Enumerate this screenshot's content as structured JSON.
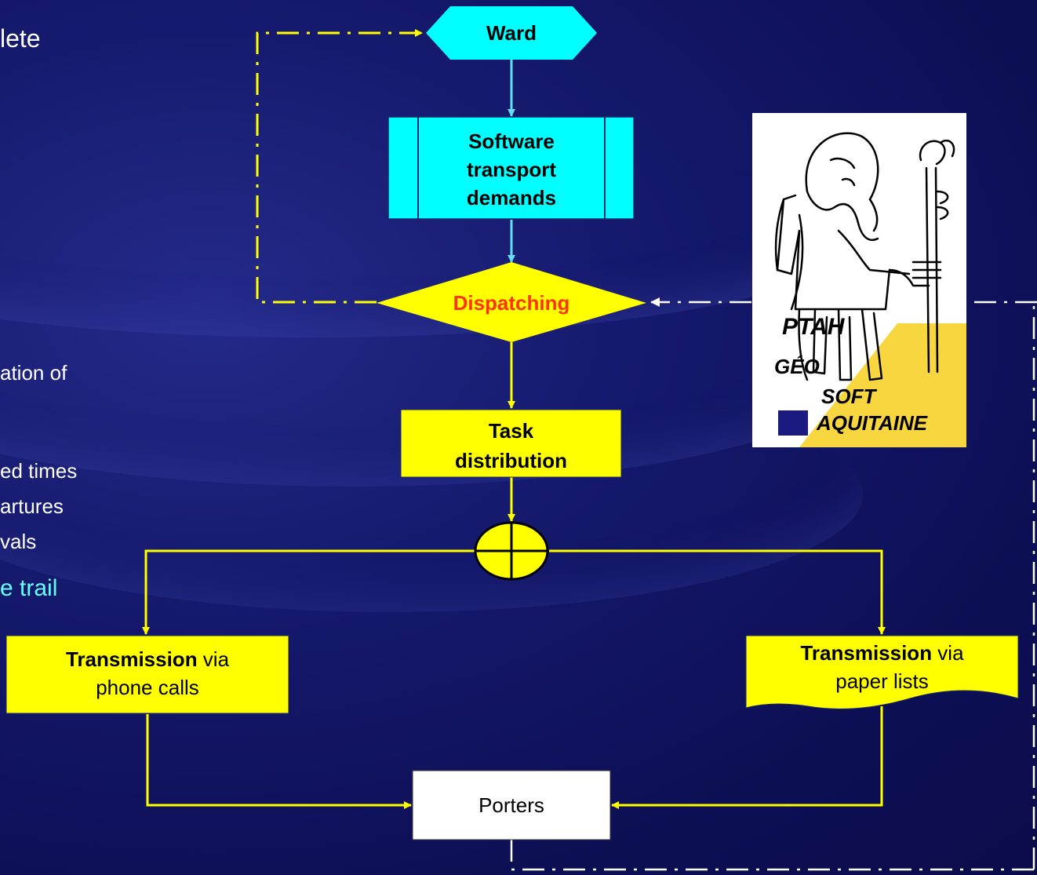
{
  "left_text": {
    "line1": "lete",
    "line2": "ation of",
    "line3": "ed times",
    "line4": "artures",
    "line5": "vals",
    "line6": "e trail"
  },
  "nodes": {
    "ward": "Ward",
    "software_line1": "Software",
    "software_line2": "transport",
    "software_line3": "demands",
    "dispatching": "Dispatching",
    "task_line1": "Task",
    "task_line2": "distribution",
    "phone_bold": "Transmission",
    "phone_via": " via",
    "phone_line2": "phone calls",
    "paper_bold": "Transmission",
    "paper_via": " via",
    "paper_line2": "paper lists",
    "porters": "Porters"
  },
  "logo": {
    "ptah": "PTAH",
    "geo": "GÉO",
    "soft": "SOFT",
    "aquitaine": "AQUITAINE"
  },
  "colors": {
    "background": "#141870",
    "cyan_node": "#00ffff",
    "yellow_node": "#ffff00",
    "dispatching_text": "#ff3300",
    "connector": "#ffff00",
    "cyan_connector": "#66ddee"
  }
}
